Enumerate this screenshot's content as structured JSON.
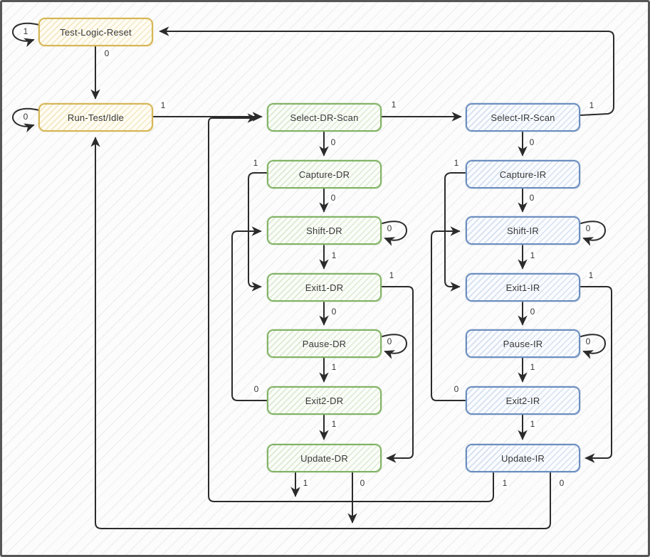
{
  "diagram": {
    "kind": "state-machine",
    "colors": {
      "reset_group_stroke": "#d6b656",
      "dr_group_stroke": "#82b366",
      "ir_group_stroke": "#6c8ebf",
      "edge_stroke": "#2b2b2b",
      "label_text": "#333333",
      "frame_border": "#575757"
    }
  },
  "states": {
    "test_logic_reset": "Test-Logic-Reset",
    "run_test_idle": "Run-Test/Idle",
    "select_dr_scan": "Select-DR-Scan",
    "capture_dr": "Capture-DR",
    "shift_dr": "Shift-DR",
    "exit1_dr": "Exit1-DR",
    "pause_dr": "Pause-DR",
    "exit2_dr": "Exit2-DR",
    "update_dr": "Update-DR",
    "select_ir_scan": "Select-IR-Scan",
    "capture_ir": "Capture-IR",
    "shift_ir": "Shift-IR",
    "exit1_ir": "Exit1-IR",
    "pause_ir": "Pause-IR",
    "exit2_ir": "Exit2-IR",
    "update_ir": "Update-IR"
  },
  "transitions": {
    "tlr_self": "1",
    "tlr_to_rti": "0",
    "rti_self": "0",
    "rti_to_sdrs": "1",
    "sdrs_to_sirs": "1",
    "sirs_to_tlr": "1",
    "sdrs_to_cdr": "0",
    "cdr_to_exit1dr": "1",
    "cdr_to_shiftdr": "0",
    "shiftdr_self": "0",
    "shiftdr_to_exit1dr": "1",
    "exit1dr_to_updatedr": "1",
    "exit1dr_to_pausedr": "0",
    "pausedr_self": "0",
    "pausedr_to_exit2dr": "1",
    "exit2dr_to_shiftdr": "0",
    "exit2dr_to_updatedr": "1",
    "updatedr_one": "1",
    "updatedr_zero": "0",
    "sirs_to_cir": "0",
    "cir_to_exit1ir": "1",
    "cir_to_shiftir": "0",
    "shiftir_self": "0",
    "shiftir_to_exit1ir": "1",
    "exit1ir_to_updateir": "1",
    "exit1ir_to_pauseir": "0",
    "pauseir_self": "0",
    "pauseir_to_exit2ir": "1",
    "exit2ir_to_shiftir": "0",
    "exit2ir_to_updateir": "1",
    "updateir_one": "1",
    "updateir_zero": "0"
  }
}
